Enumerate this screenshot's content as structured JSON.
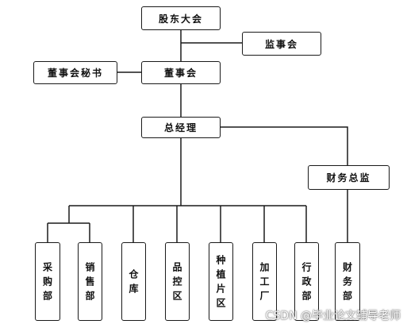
{
  "nodes": {
    "shareholders": "股东大会",
    "supervisors": "监事会",
    "board_secretary": "董事会秘书",
    "board": "董事会",
    "general_manager": "总经理",
    "cfo": "财务总监",
    "procurement": "采购部",
    "sales": "销售部",
    "warehouse": "仓库",
    "quality": "品控区",
    "planting": "种植片区",
    "processing": "加工厂",
    "admin": "行政部",
    "finance": "财务部"
  },
  "watermark": "CSDN @毕业论文辅导老师"
}
